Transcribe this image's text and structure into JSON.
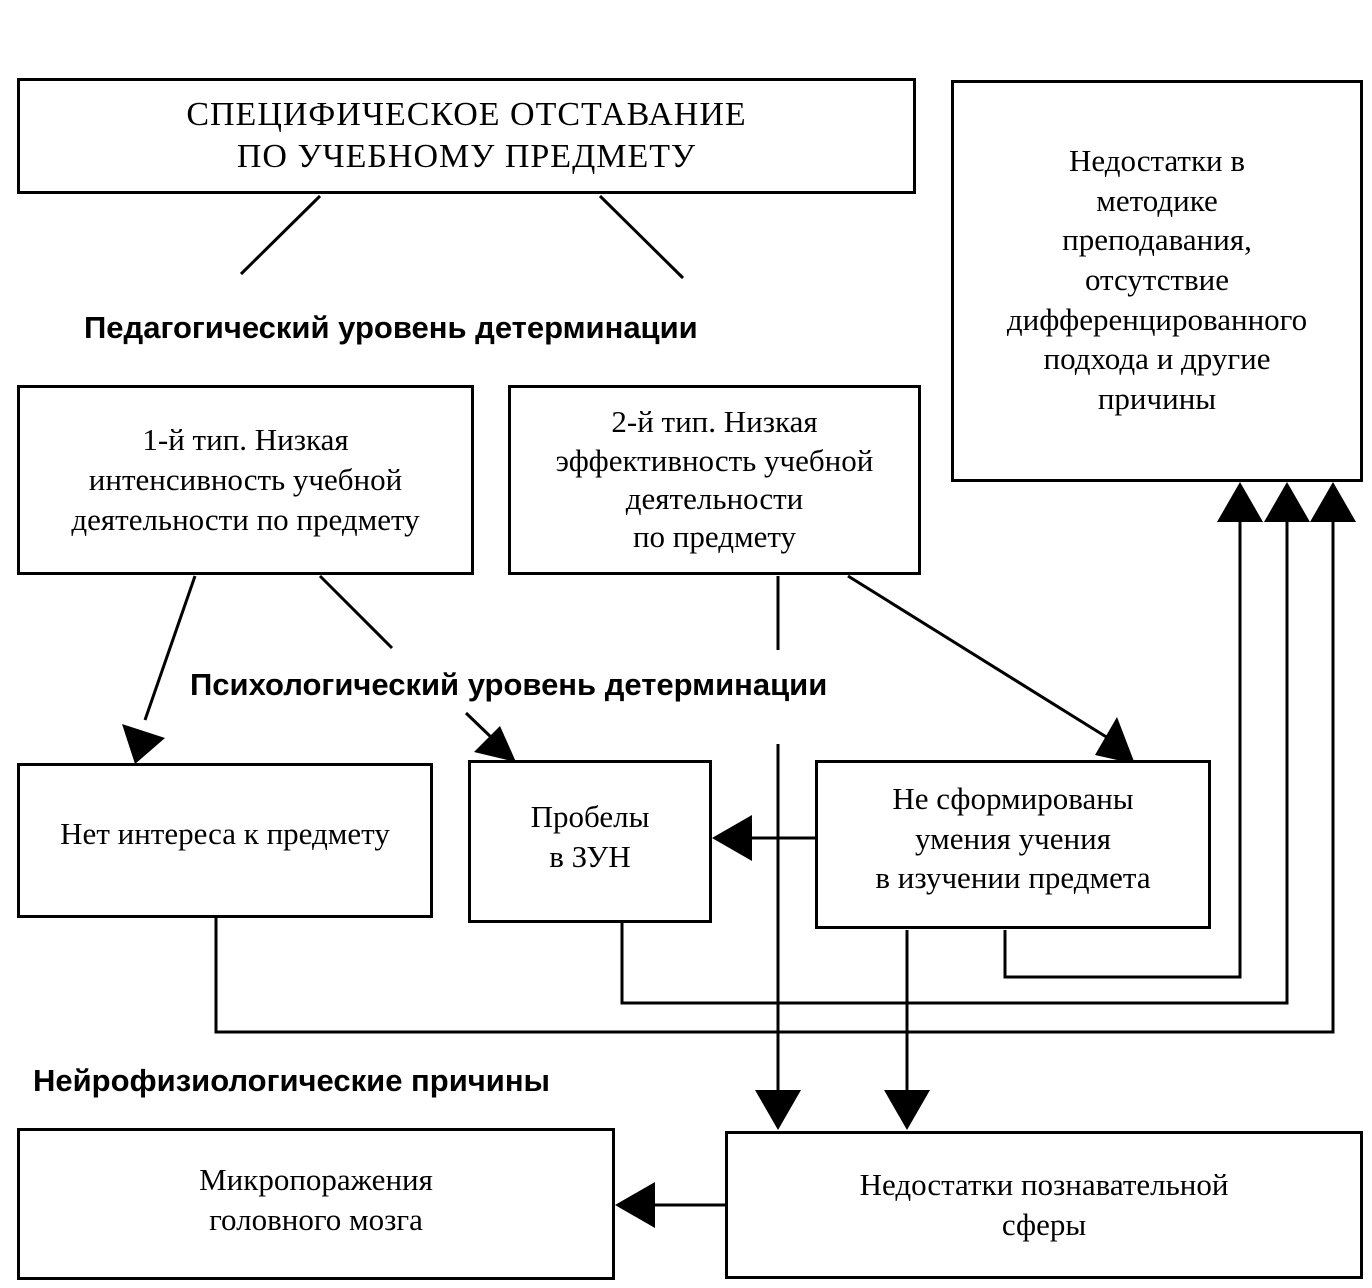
{
  "title_box": {
    "line1": "СПЕЦИФИЧЕСКОЕ ОТСТАВАНИЕ",
    "line2": "ПО УЧЕБНОМУ ПРЕДМЕТУ"
  },
  "levels": {
    "pedagogical": "Педагогический уровень детерминации",
    "psychological": "Психологический уровень детерминации",
    "neuro": "Нейрофизиологические причины"
  },
  "boxes": {
    "methodology": [
      "Недостатки в",
      "методике",
      "преподавания,",
      "отсутствие",
      "дифференцированного",
      "подхода и другие",
      "причины"
    ],
    "type1": [
      "1-й тип. Низкая",
      "интенсивность учебной",
      "деятельности по предмету"
    ],
    "type2": [
      "2-й тип. Низкая",
      "эффективность учебной",
      "деятельности",
      "по предмету"
    ],
    "no_interest": [
      "Нет интереса к предмету"
    ],
    "gaps": [
      "Пробелы",
      "в ЗУН"
    ],
    "skills": [
      "Не сформированы",
      "умения учения",
      "в изучении предмета"
    ],
    "micro": [
      "Микропоражения",
      "головного мозга"
    ],
    "cognitive": [
      "Недостатки познавательной",
      "сферы"
    ]
  },
  "colors": {
    "line": "#000000",
    "background": "#ffffff"
  }
}
